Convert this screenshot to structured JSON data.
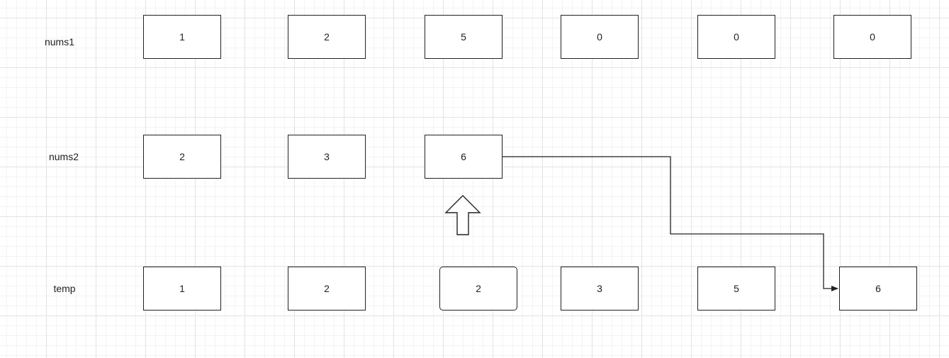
{
  "rows": {
    "nums1": {
      "label": "nums1",
      "cells": [
        "1",
        "2",
        "5",
        "0",
        "0",
        "0"
      ]
    },
    "nums2": {
      "label": "nums2",
      "cells": [
        "2",
        "3",
        "6"
      ]
    },
    "temp": {
      "label": "temp",
      "cells": [
        "1",
        "2",
        "2",
        "3",
        "5",
        "6"
      ]
    }
  },
  "pointer": {
    "shape": "hollow-up-arrow",
    "points_to_row": "nums2",
    "points_to_index": 2
  },
  "connector": {
    "from_row": "nums2",
    "from_index": 2,
    "to_row": "temp",
    "to_index": 5
  },
  "colors": {
    "stroke": "#222222",
    "background": "#ffffff",
    "grid": "#e3e3e3"
  }
}
